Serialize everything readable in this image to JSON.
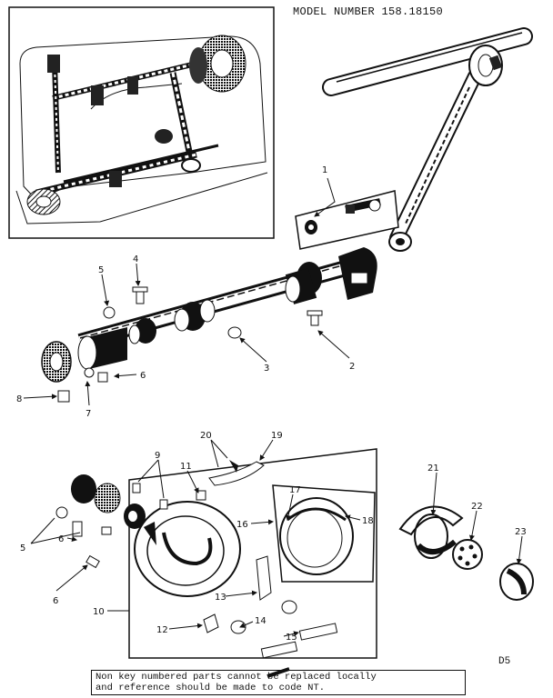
{
  "header": {
    "model_number": "MODEL NUMBER 158.18150"
  },
  "footer": {
    "code": "D5",
    "note_line1": "Non key numbered parts cannot be replaced locally",
    "note_line2": "and reference should be made to code NT."
  },
  "callouts": {
    "c1": "1",
    "c2": "2",
    "c3": "3",
    "c4": "4",
    "c5a": "5",
    "c6a": "6",
    "c7": "7",
    "c8": "8",
    "c9": "9",
    "c10": "10",
    "c11": "11",
    "c12": "12",
    "c13": "13",
    "c14": "14",
    "c15": "15",
    "c16": "16",
    "c17": "17",
    "c18": "18",
    "c19": "19",
    "c20": "20",
    "c21": "21",
    "c22": "22",
    "c23": "23",
    "c5b": "5",
    "c6b": "6",
    "c6c": "6"
  }
}
